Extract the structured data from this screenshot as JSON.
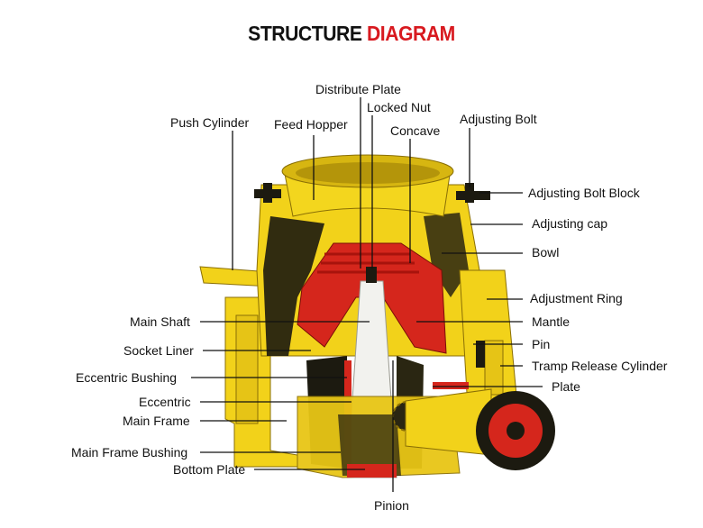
{
  "title": {
    "part1": "STRUCTURE",
    "part2": "DIAGRAM"
  },
  "colors": {
    "title_main": "#111111",
    "title_accent": "#d8191f",
    "body_yellow": "#f2d21a",
    "body_yellow_dark": "#c9a50c",
    "shadow": "#1c1a10",
    "red": "#d5261c",
    "shaft": "#f2f2ee"
  },
  "labels": {
    "distribute_plate": "Distribute Plate",
    "locked_nut": "Locked Nut",
    "push_cylinder": "Push Cylinder",
    "feed_hopper": "Feed Hopper",
    "concave": "Concave",
    "adjusting_bolt": "Adjusting Bolt",
    "adjusting_bolt_block": "Adjusting Bolt Block",
    "adjusting_cap": "Adjusting cap",
    "bowl": "Bowl",
    "adjustment_ring": "Adjustment Ring",
    "main_shaft": "Main Shaft",
    "mantle": "Mantle",
    "socket_liner": "Socket Liner",
    "pin": "Pin",
    "tramp_release_cylinder": "Tramp Release Cylinder",
    "eccentric_bushing": "Eccentric Bushing",
    "plate": "Plate",
    "eccentric": "Eccentric",
    "main_frame": "Main Frame",
    "main_frame_bushing": "Main Frame Bushing",
    "bottom_plate": "Bottom Plate",
    "pinion": "Pinion"
  }
}
